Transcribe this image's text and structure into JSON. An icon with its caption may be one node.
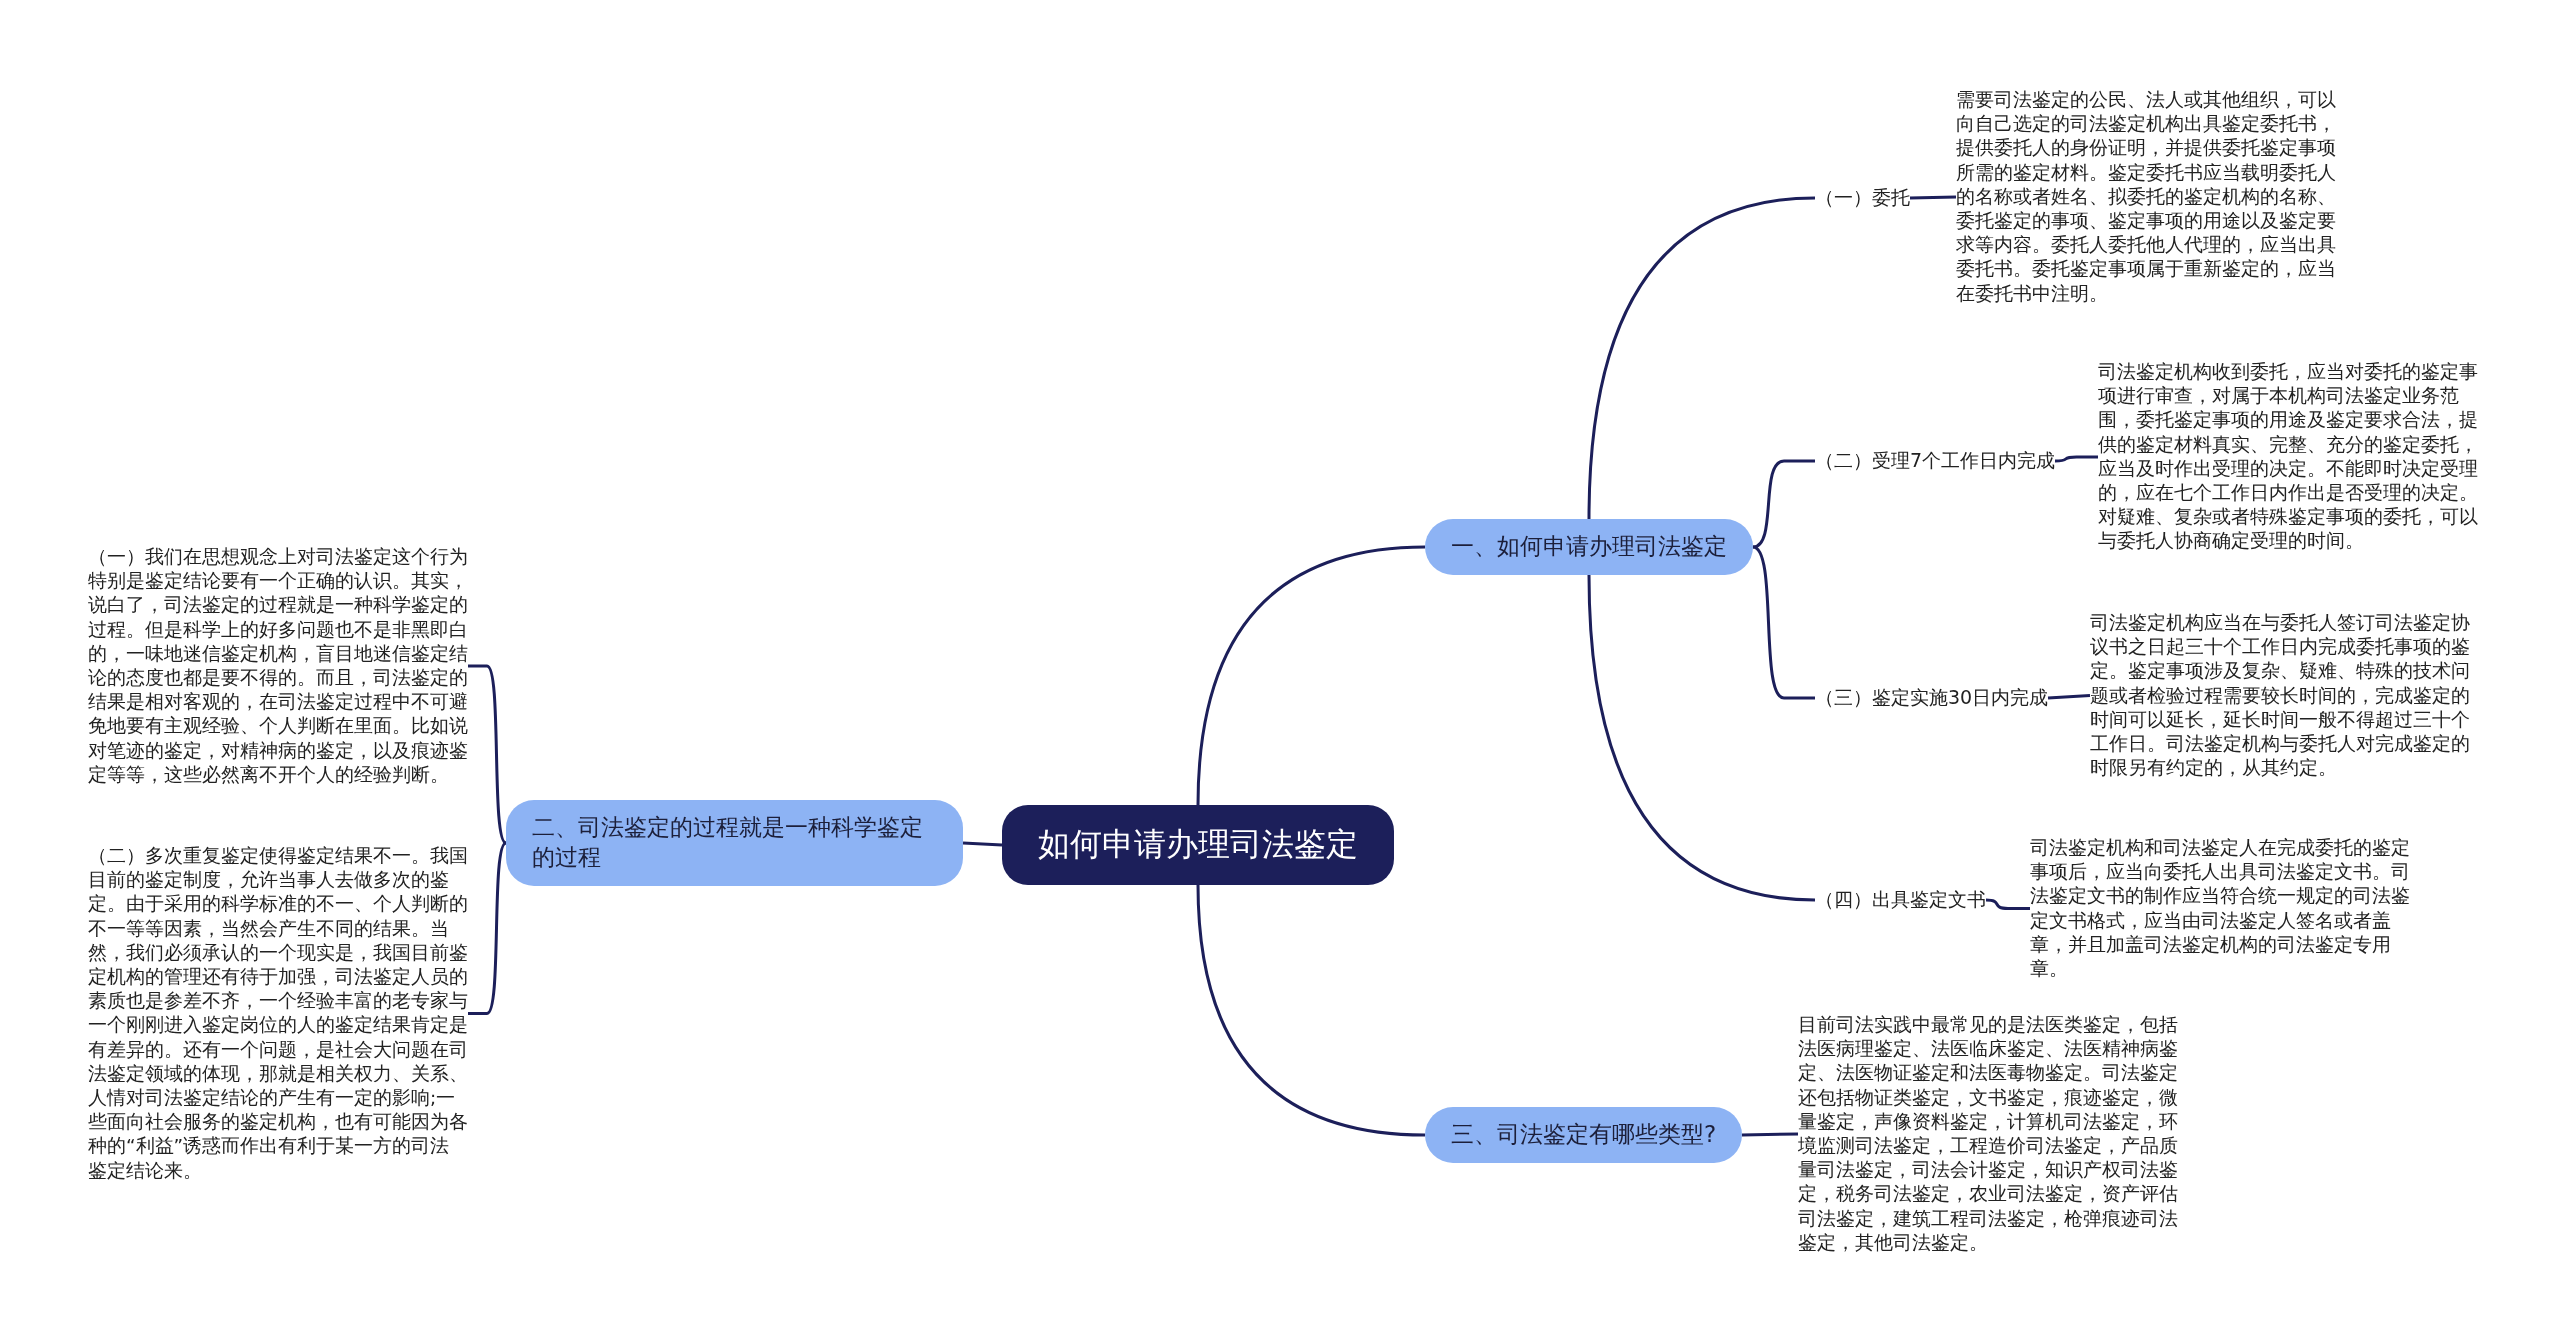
{
  "diagram": {
    "nodes": [
      {
        "text": [
          "如何申请办理司法鉴定"
        ]
      },
      {
        "text": [
          "一、如何申请办理司法鉴定"
        ]
      },
      {
        "text": [
          "（一）委托"
        ]
      },
      {
        "text": [
          "需要司法鉴定的公民、法人或其他组织，可以向自己选定的司法鉴定机构出具鉴定委托书，提供委托人的身份证明，并提供委托鉴定事项所需的鉴定材料。鉴定委托书应当载明委托人的名称或者姓名、拟委托的鉴定机构的名称、委托鉴定的事项、鉴定事项的用途以及鉴定要求等内容。委托人委托他人代理的，应当出具委托书。委托鉴定事项属于重新鉴定的，应当在委托书中注明。"
        ]
      },
      {
        "text": [
          "（二）受理7个工作日内完成"
        ]
      },
      {
        "text": [
          "司法鉴定机构收到委托，应当对委托的鉴定事项进行审查，对属于本机构司法鉴定业务范围，委托鉴定事项的用途及鉴定要求合法，提供的鉴定材料真实、完整、充分的鉴定委托，应当及时作出受理的决定。不能即时决定受理的，应在七个工作日内作出是否受理的决定。对疑难、复杂或者特殊鉴定事项的委托，可以与委托人协商确定受理的时间。"
        ]
      },
      {
        "text": [
          "（三）鉴定实施30日内完成"
        ]
      },
      {
        "text": [
          "司法鉴定机构应当在与委托人签订司法鉴定协议书之日起三十个工作日内完成委托事项的鉴定。鉴定事项涉及复杂、疑难、特殊的技术问题或者检验过程需要较长时间的，完成鉴定的时间可以延长，延长时间一般不得超过三十个工作日。司法鉴定机构与委托人对完成鉴定的时限另有约定的，从其约定。"
        ]
      },
      {
        "text": [
          "（四）出具鉴定文书"
        ]
      },
      {
        "text": [
          "司法鉴定机构和司法鉴定人在完成委托的鉴定事项后，应当向委托人出具司法鉴定文书。司法鉴定文书的制作应当符合统一规定的司法鉴定文书格式，应当由司法鉴定人签名或者盖章，并且加盖司法鉴定机构的司法鉴定专用章。"
        ]
      },
      {
        "text": [
          "二、司法鉴定的过程就是一种科学鉴定的过程"
        ]
      },
      {
        "text": [
          "（一）我们在思想观念上对司法鉴定这个行为特别是鉴定结论要有一个正确的认识。其实，说白了，司法鉴定的过程就是一种科学鉴定的过程。但是科学上的好多问题也不是非黑即白的，一味地迷信鉴定机构，盲目地迷信鉴定结论的态度也都是要不得的。而且，司法鉴定的结果是相对客观的，在司法鉴定过程中不可避免地要有主观经验、个人判断在里面。比如说对笔迹的鉴定，对精神病的鉴定，以及痕迹鉴定等等，这些必然离不开个人的经验判断。"
        ]
      },
      {
        "text": [
          "（二）多次重复鉴定使得鉴定结果不一。我国目前的鉴定制度，允许当事人去做多次的鉴定。由于采用的科学标准的不一、个人判断的不一等等因素，当然会产生不同的结果。当然，我们必须承认的一个现实是，我国目前鉴定机构的管理还有待于加强，司法鉴定人员的素质也是参差不齐，一个经验丰富的老专家与一个刚刚进入鉴定岗位的人的鉴定结果肯定是有差异的。还有一个问题，是社会大问题在司法鉴定领域的体现，那就是相关权力、关系、人情对司法鉴定结论的产生有一定的影响;一些面向社会服务的鉴定机构，也有可能因为各种的“利益”诱惑而作出有利于某一方的司法鉴定结论来。"
        ]
      },
      {
        "text": [
          "三、司法鉴定有哪些类型?"
        ]
      },
      {
        "text": [
          "目前司法实践中最常见的是法医类鉴定，包括法医病理鉴定、法医临床鉴定、法医精神病鉴定、法医物证鉴定和法医毒物鉴定。司法鉴定还包括物证类鉴定，文书鉴定，痕迹鉴定，微量鉴定，声像资料鉴定，计算机司法鉴定，环境监测司法鉴定，工程造价司法鉴定，产品质量司法鉴定，司法会计鉴定，知识产权司法鉴定，税务司法鉴定，农业司法鉴定，资产评估司法鉴定，建筑工程司法鉴定，枪弹痕迹司法鉴定，其他司法鉴定。"
        ]
      }
    ],
    "edges": [
      {
        "from": 0,
        "to": 1,
        "arrow": "none"
      },
      {
        "from": 0,
        "to": 10,
        "arrow": "none"
      },
      {
        "from": 0,
        "to": 13,
        "arrow": "none"
      },
      {
        "from": 1,
        "to": 2,
        "arrow": "none"
      },
      {
        "from": 1,
        "to": 4,
        "arrow": "none"
      },
      {
        "from": 1,
        "to": 6,
        "arrow": "none"
      },
      {
        "from": 1,
        "to": 8,
        "arrow": "none"
      },
      {
        "from": 2,
        "to": 3,
        "arrow": "none"
      },
      {
        "from": 4,
        "to": 5,
        "arrow": "none"
      },
      {
        "from": 6,
        "to": 7,
        "arrow": "none"
      },
      {
        "from": 8,
        "to": 9,
        "arrow": "none"
      },
      {
        "from": 10,
        "to": 11,
        "arrow": "none"
      },
      {
        "from": 10,
        "to": 12,
        "arrow": "none"
      },
      {
        "from": 13,
        "to": 14,
        "arrow": "none"
      }
    ]
  }
}
